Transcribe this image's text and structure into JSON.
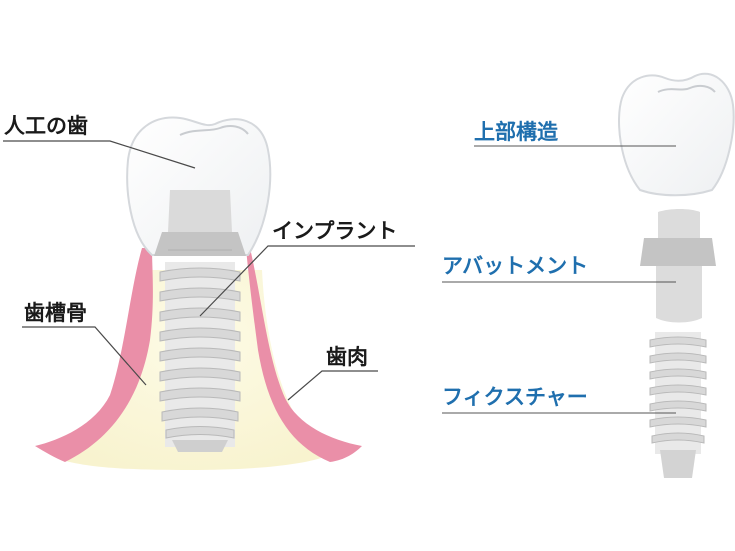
{
  "labels": {
    "artificial_tooth": "人工の歯",
    "implant": "インプラント",
    "alveolar_bone": "歯槽骨",
    "gum": "歯肉",
    "superstructure": "上部構造",
    "abutment": "アバットメント",
    "fixture": "フィクスチャー"
  },
  "colors": {
    "label_dark": "#1a1a1a",
    "label_blue": "#1f6fae",
    "gum_pink": "#ea8fa8",
    "bone_cream": "#fbf8dc",
    "abutment_gray": "#c4c4c4",
    "screw_gray": "#d6d6d6"
  }
}
